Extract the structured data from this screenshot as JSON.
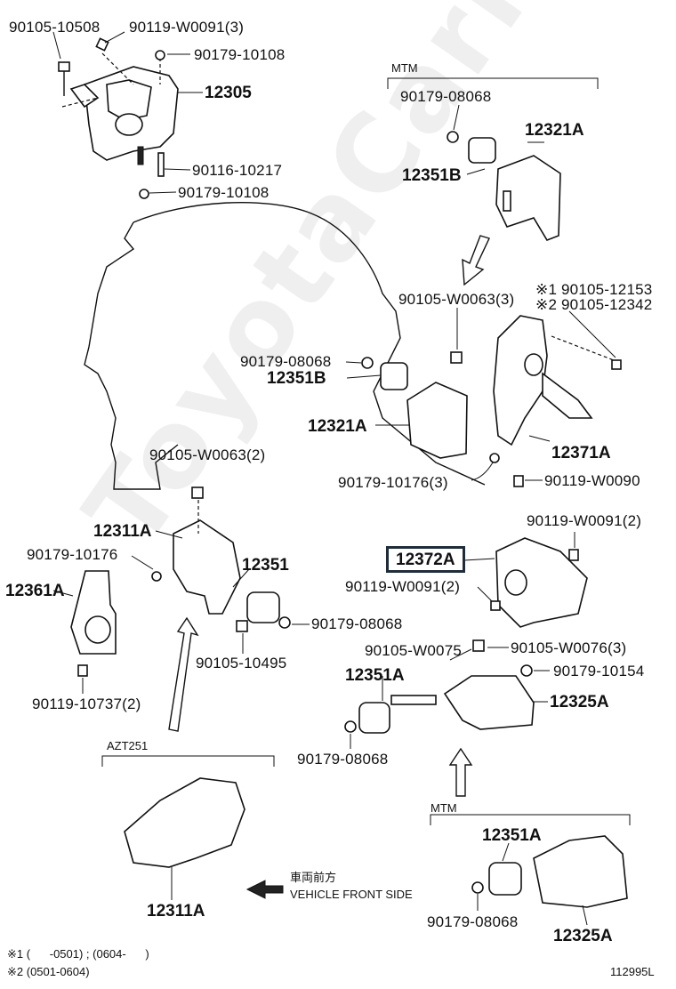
{
  "watermark": "ToyotaCarMine.ru",
  "labels": {
    "p90105_10508": "90105-10508",
    "p90119_W0091_3_top": "90119-W0091(3)",
    "p90179_10108_a": "90179-10108",
    "p12305": "12305",
    "p90116_10217": "90116-10217",
    "p90179_10108_b": "90179-10108",
    "mtm_top": "MTM",
    "p90179_08068_a": "90179-08068",
    "p12321A_top": "12321A",
    "p12351B_top": "12351B",
    "p90105_W0063_3": "90105-W0063(3)",
    "note1_part": "※1 90105-12153",
    "note2_part": "※2 90105-12342",
    "p90179_08068_b": "90179-08068",
    "p12351B_mid": "12351B",
    "p12321A_mid": "12321A",
    "p12371A": "12371A",
    "p90179_10176_3": "90179-10176(3)",
    "p90119_W0090": "90119-W0090",
    "p90105_W0063_2": "90105-W0063(2)",
    "p12311A_mid": "12311A",
    "p90179_10176": "90179-10176",
    "p12361A": "12361A",
    "p12351": "12351",
    "p90179_08068_c": "90179-08068",
    "p90105_10495": "90105-10495",
    "p90119_10737_2": "90119-10737(2)",
    "p90119_W0091_2_right": "90119-W0091(2)",
    "p12372A": "12372A",
    "p90119_W0091_2_left": "90119-W0091(2)",
    "p90105_W0075": "90105-W0075",
    "p90105_W0076_3": "90105-W0076(3)",
    "p12351A_mid": "12351A",
    "p90179_10154": "90179-10154",
    "p12325A_mid": "12325A",
    "p90179_08068_d": "90179-08068",
    "azt251": "AZT251",
    "p12311A_bottom": "12311A",
    "front_jp": "車両前方",
    "front_en": "VEHICLE FRONT SIDE",
    "mtm_bottom": "MTM",
    "p12351A_bottom": "12351A",
    "p90179_08068_e": "90179-08068",
    "p12325A_bottom": "12325A",
    "footnote1": "※1 (      -0501) ; (0604-      )",
    "footnote2": "※2 (0501-0604)",
    "figure_id": "112995L"
  },
  "colors": {
    "line": "#111111",
    "highlight_border": "#1f2d3a",
    "background": "#ffffff"
  }
}
